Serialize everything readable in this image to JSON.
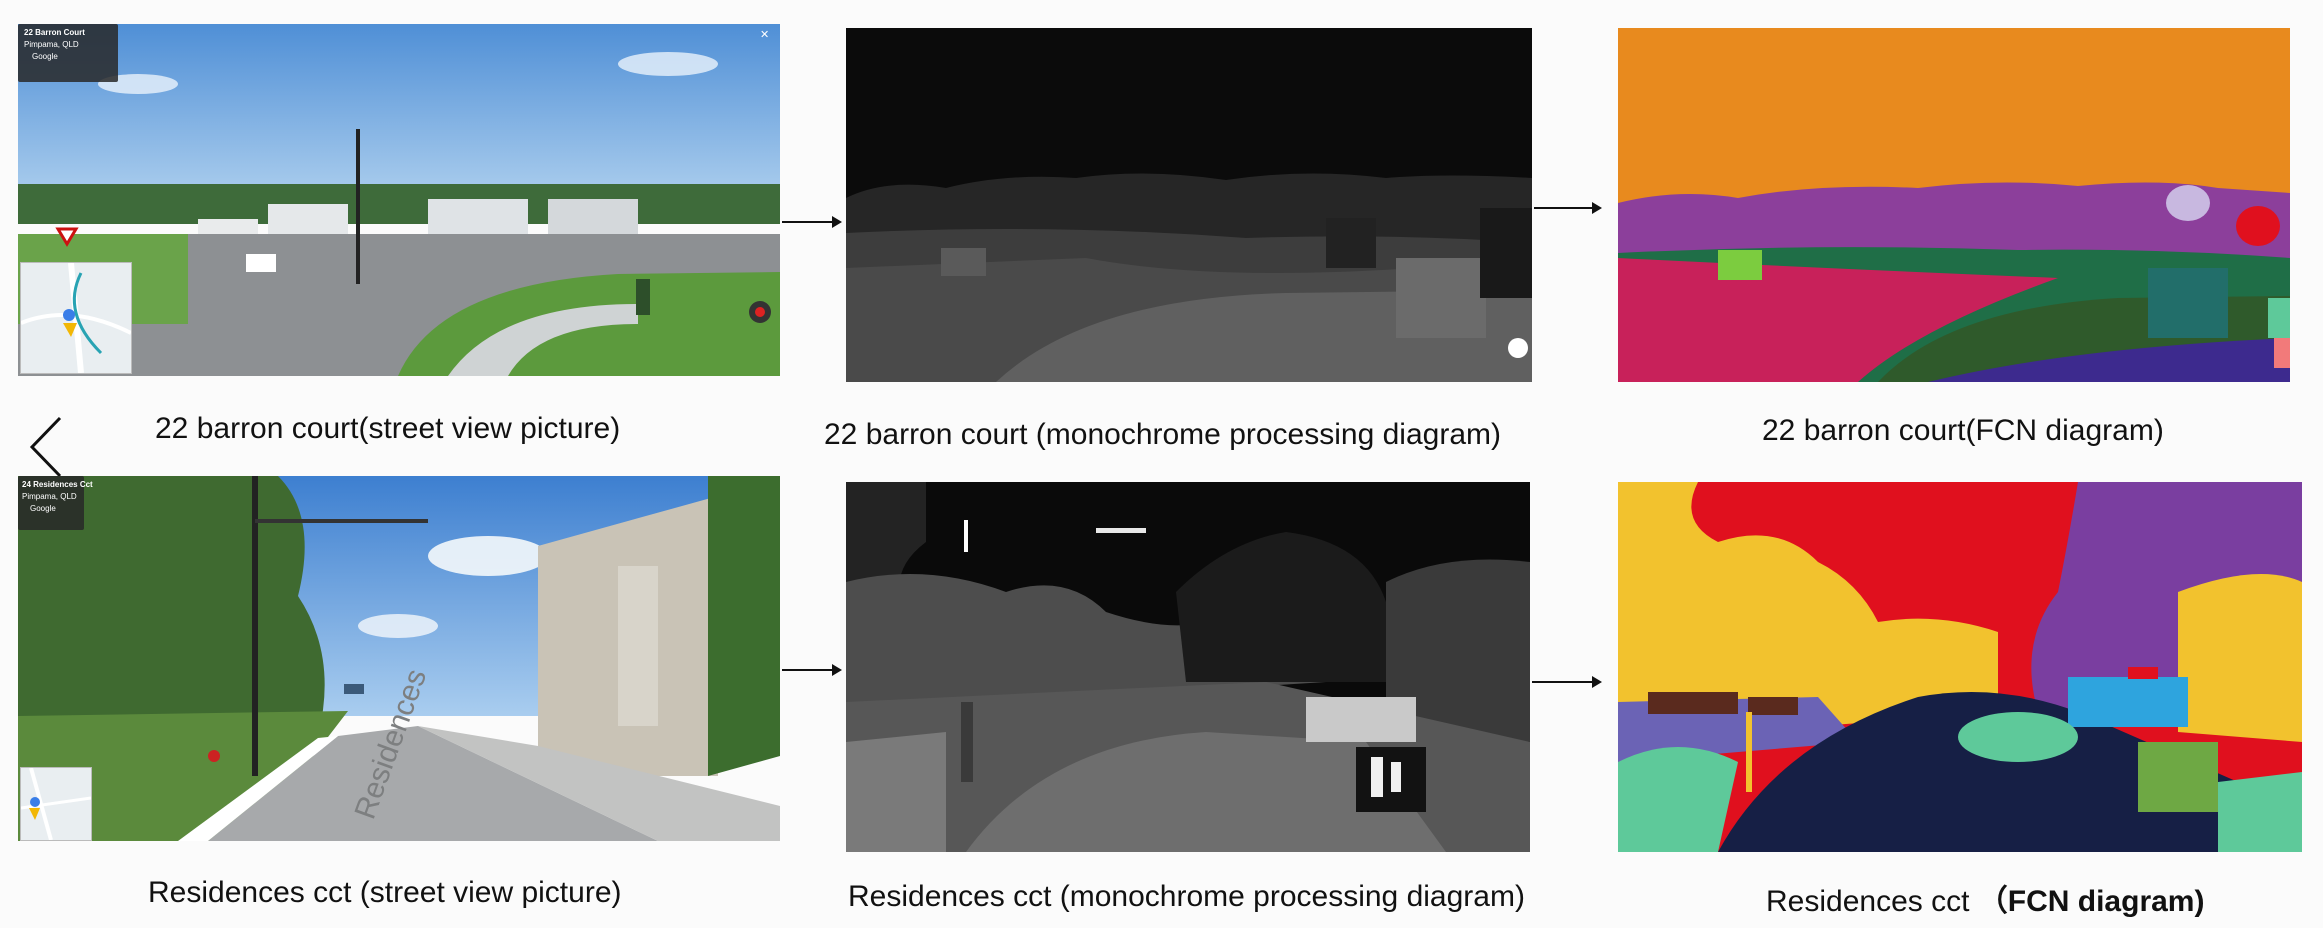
{
  "captions": {
    "row1": {
      "street": "22 barron court(street view picture)",
      "mono": "22 barron court (monochrome processing diagram)",
      "fcn": "22 barron court(FCN  diagram)"
    },
    "row2": {
      "street": "Residences cct (street view picture)",
      "mono": "Residences cct (monochrome processing diagram)",
      "fcn_prefix": "Residences cct",
      "fcn_suffix": "（FCN diagram)"
    }
  },
  "streetview_overlay": {
    "row1_title": "22 Barron Court",
    "row1_place": "Pimpama, QLD",
    "row1_google": "Google",
    "row2_title": "24 Residences Cct",
    "row2_place": "Pimpama, QLD",
    "row2_google": "Google"
  },
  "street_sign": "Residences",
  "colors": {
    "fcn_sky_orange": "#e88a1e",
    "fcn_building_purple": "#8c3f9b",
    "fcn_road_pink": "#c8215a",
    "fcn_tree_green": "#2f5a2b",
    "fcn_red": "#e0101e",
    "fcn_yellow": "#f2c22e",
    "fcn_road_navy": "#161f45",
    "fcn_cyan": "#2ea4de",
    "fcn_mint": "#5ec99a"
  },
  "icons": [
    "back-chevron-icon",
    "arrow-right-icon"
  ]
}
